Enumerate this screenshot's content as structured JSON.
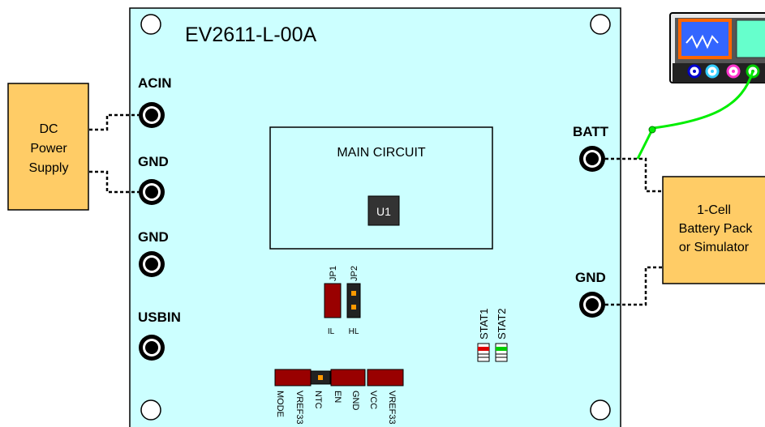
{
  "board": {
    "title": "EV2611-L-00A",
    "color": "#ccffff"
  },
  "terminals": {
    "acin": "ACIN",
    "gnd1": "GND",
    "gnd2": "GND",
    "usbin": "USBIN",
    "batt": "BATT",
    "gnd_right": "GND"
  },
  "main_circuit": {
    "label": "MAIN CIRCUIT",
    "chip": "U1"
  },
  "jumpers": {
    "jp1": "JP1",
    "jp2": "JP2",
    "il": "IL",
    "hl": "HL"
  },
  "leds": {
    "stat1": "STAT1",
    "stat2": "STAT2"
  },
  "header_pins": [
    "MODE",
    "VREF33",
    "NTC",
    "EN",
    "GND",
    "VCC",
    "VREF33"
  ],
  "power_supply": {
    "line1": "DC",
    "line2": "Power",
    "line3": "Supply",
    "color": "#ffcc66"
  },
  "battery": {
    "line1": "1-Cell",
    "line2": "Battery Pack",
    "line3": "or Simulator",
    "color": "#ffcc66"
  },
  "colors": {
    "probe_wire": "#00ee00",
    "jumper_red": "#990000",
    "led_red": "#dd0000",
    "led_green": "#00cc00"
  }
}
